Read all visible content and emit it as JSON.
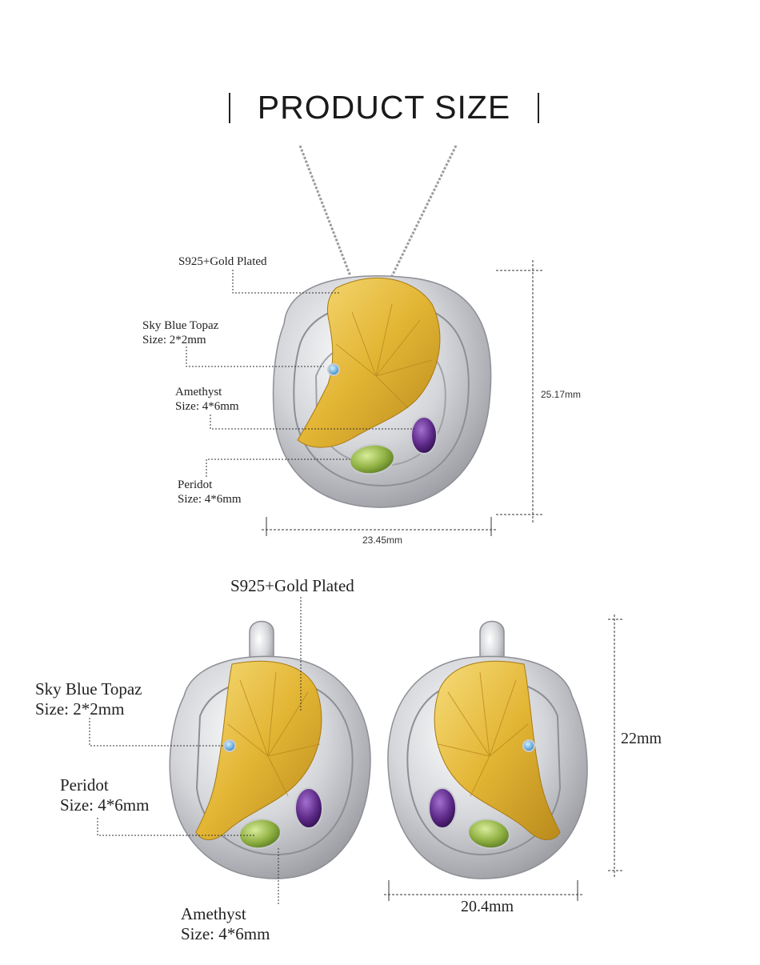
{
  "title": "PRODUCT SIZE",
  "necklace": {
    "material": "S925+Gold Plated",
    "topaz": {
      "name": "Sky Blue Topaz",
      "size": "Size: 2*2mm"
    },
    "amethyst": {
      "name": "Amethyst",
      "size": "Size: 4*6mm"
    },
    "peridot": {
      "name": "Peridot",
      "size": "Size: 4*6mm"
    },
    "height": "25.17mm",
    "width": "23.45mm"
  },
  "earrings": {
    "material": "S925+Gold Plated",
    "topaz": {
      "name": "Sky Blue Topaz",
      "size": "Size: 2*2mm"
    },
    "peridot": {
      "name": "Peridot",
      "size": "Size: 4*6mm"
    },
    "amethyst": {
      "name": "Amethyst",
      "size": "Size: 4*6mm"
    },
    "height": "22mm",
    "width": "20.4mm"
  },
  "colors": {
    "silver": "#d9dadd",
    "gold": "#e3b534",
    "amethyst": "#5e2a88",
    "peridot": "#8fb042",
    "topaz": "#6fb3e0"
  }
}
